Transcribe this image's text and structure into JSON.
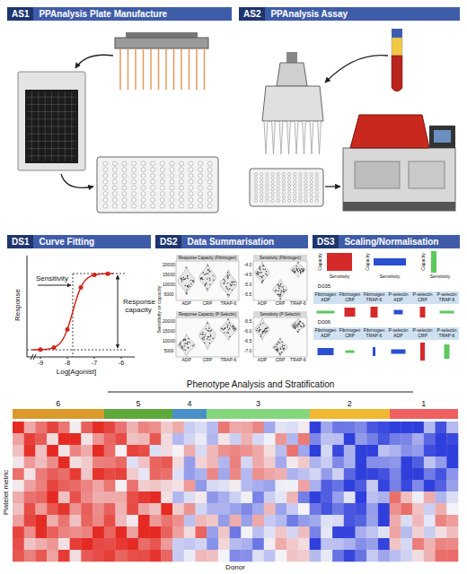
{
  "diagram": {
    "nodes": [
      {
        "text": [
          "AS1",
          "PPAnalysis Plate Manufacture"
        ]
      },
      {
        "text": [
          "AS2",
          "PPAnalysis Assay"
        ]
      },
      {
        "text": [
          "DS1",
          "Curve Fitting"
        ]
      },
      {
        "text": [
          "DS2",
          "Data Summarisation"
        ]
      },
      {
        "text": [
          "DS3",
          "Scaling/Normalisation"
        ]
      },
      {
        "text": [
          "Response Capacity (Fibrinogen)"
        ]
      },
      {
        "text": [
          "Sensitivity (Fibrinogen)"
        ]
      },
      {
        "text": [
          "Response Capacity (P-Selectin)"
        ]
      },
      {
        "text": [
          "Sensitivity (P-Selectin)"
        ]
      },
      {
        "text": [
          "Fibrinogen ADP",
          "Fibrinogen CRP",
          "Fibrinogen TRAP-6",
          "P-selectin ADP",
          "P-selectin CRP",
          "P-selectin TRAP-6"
        ]
      },
      {
        "text": [
          "Fibrinogen ADP",
          "Fibrinogen CRP",
          "Fibrinogen TRAP-6",
          "P-selectin ADP",
          "P-selectin CRP",
          "P-selectin TRAP-6"
        ]
      },
      {
        "text": [
          "6"
        ]
      },
      {
        "text": [
          "5"
        ]
      },
      {
        "text": [
          "4"
        ]
      },
      {
        "text": [
          "3"
        ]
      },
      {
        "text": [
          "2"
        ]
      },
      {
        "text": [
          "1"
        ]
      }
    ],
    "labels": [
      "Response",
      "Sensitivity",
      "Response capacity",
      "-9",
      "-8",
      "-7",
      "-6",
      "Log[Agonist]",
      "Sensitivity or capacity",
      "20000",
      "15000",
      "10000",
      "5000",
      "-4.0",
      "-4.5",
      "-5.0",
      "-5.5",
      "20000",
      "15000",
      "10000",
      "5000",
      "-5.5",
      "-6.0",
      "-6.5",
      "-7.0",
      "ADP",
      "CRP",
      "TRAP-6",
      "ADP",
      "CRP",
      "TRAP-6",
      "ADP",
      "CRP",
      "TRAP-6",
      "ADP",
      "CRP",
      "TRAP-6",
      "Capacity",
      "Sensitivity",
      "Capacity",
      "Sensitivity",
      "Capacity",
      "Sensitivity",
      "D035",
      "D006",
      "Phenotype Analysis and Stratification",
      "Platelet metric",
      "Donor"
    ]
  }
}
